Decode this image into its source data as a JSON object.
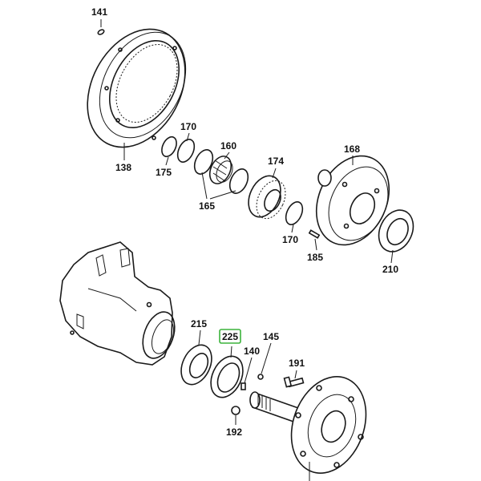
{
  "diagram": {
    "part_labels": {
      "p141": "141",
      "p138": "138",
      "p170a": "170",
      "p175": "175",
      "p160": "160",
      "p174": "174",
      "p165": "165",
      "p168": "168",
      "p170b": "170",
      "p185": "185",
      "p210": "210",
      "p215": "215",
      "p225": "225",
      "p140": "140",
      "p145": "145",
      "p191": "191",
      "p192": "192"
    },
    "highlighted_part": "225",
    "highlight_color": "#3cb43c"
  }
}
